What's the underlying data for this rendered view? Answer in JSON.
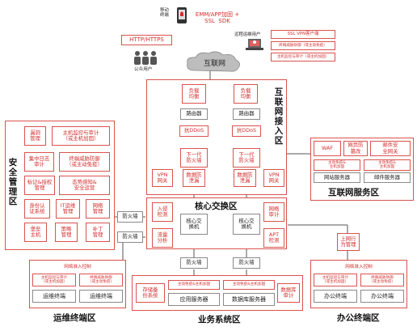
{
  "top": {
    "mobile_terminal": "移动\n终端",
    "emm_sdk": "EMM/APP加固 +\nSSL  SDK",
    "http_https": "HTTP/HTTPS",
    "public_users": "公众用户",
    "internet": "互联网",
    "remote_ops": "远程运维用户",
    "ssl_vpn_client": "SSL VPN客户端",
    "terminal_threat": "终端威胁防御（或主动免疫）",
    "host_monitor": "主机监控与审计（或主机加固）"
  },
  "internet_access": {
    "title": "互联网接入区",
    "lb_left": "负载\n均衡",
    "lb_right": "负载\n均衡",
    "router_left": "路由器",
    "router_right": "路由器",
    "ddos_left": "抗DDoS",
    "ddos_right": "抗DDoS",
    "ngfw_left": "下一代\n防火墙",
    "ngfw_right": "下一代\n防火墙",
    "vpn_left": "VPN\n网关",
    "dlp_left": "数据防\n泄漏",
    "dlp_right": "数据防\n泄漏",
    "vpn_right": "VPN\n网关"
  },
  "security_mgmt": {
    "title": "安全管理区",
    "items": [
      "漏洞\n管理",
      "主机监控与审计\n（或主机加固）",
      "集中日志\n审计",
      "终端威胁防御\n（或主动免疫）",
      "标记&授权\n管理",
      "态势感知&\n安全运营",
      "身份认\n证系统",
      "IT运维\n管理",
      "网络\n管理",
      "堡垒\n主机",
      "策略\n管理",
      "补丁\n管理"
    ]
  },
  "internet_service": {
    "title": "互联网服务区",
    "waf": "WAF",
    "anti_tamper": "网页防\n篡改",
    "mail_gw": "邮件安\n全网关",
    "host_immune": "主动免疫&\n主机加固",
    "host_immune2": "主动免疫&\n主机加固",
    "web_server": "网站服务器",
    "mail_server": "邮件服务器"
  },
  "core": {
    "title": "核心交换区",
    "ids": "入侵\n检测",
    "flow": "流量\n分析",
    "switch_left": "核心交\n换机",
    "switch_right": "核心交\n换机",
    "audit": "网络\n审计",
    "apt": "APT\n检测"
  },
  "firewalls": {
    "left_upper": "防火墙",
    "left_lower": "防火墙",
    "biz_left": "防火墙",
    "biz_right": "防火墙"
  },
  "behavior_mgmt": "上网行\n为管理",
  "ops_zone": {
    "title": "运维终端区",
    "nac": "网络准入控制",
    "host_monitor": "主机监控与审计\n（或主机加固）",
    "threat": "终端威胁防御\n（或主动免疫）",
    "terminal_left": "运维终端",
    "terminal_right": "运维终端"
  },
  "business_zone": {
    "title": "业务系统区",
    "storage": "存储备\n份系统",
    "immune_left": "主动免疫&主机加固",
    "immune_right": "主动免疫&主机加固",
    "db_audit": "数据库\n审计",
    "app_server": "应用服务器",
    "db_server": "数据库服务器"
  },
  "office_zone": {
    "title": "办公终端区",
    "nac": "网络准入控制",
    "host_monitor": "主机监控与审计\n（或主机加固）",
    "threat": "终端威胁防御\n（或主动免疫）",
    "terminal_left": "办公终端",
    "terminal_right": "办公终端"
  },
  "colors": {
    "accent": "#d9534f",
    "text": "#222222"
  }
}
